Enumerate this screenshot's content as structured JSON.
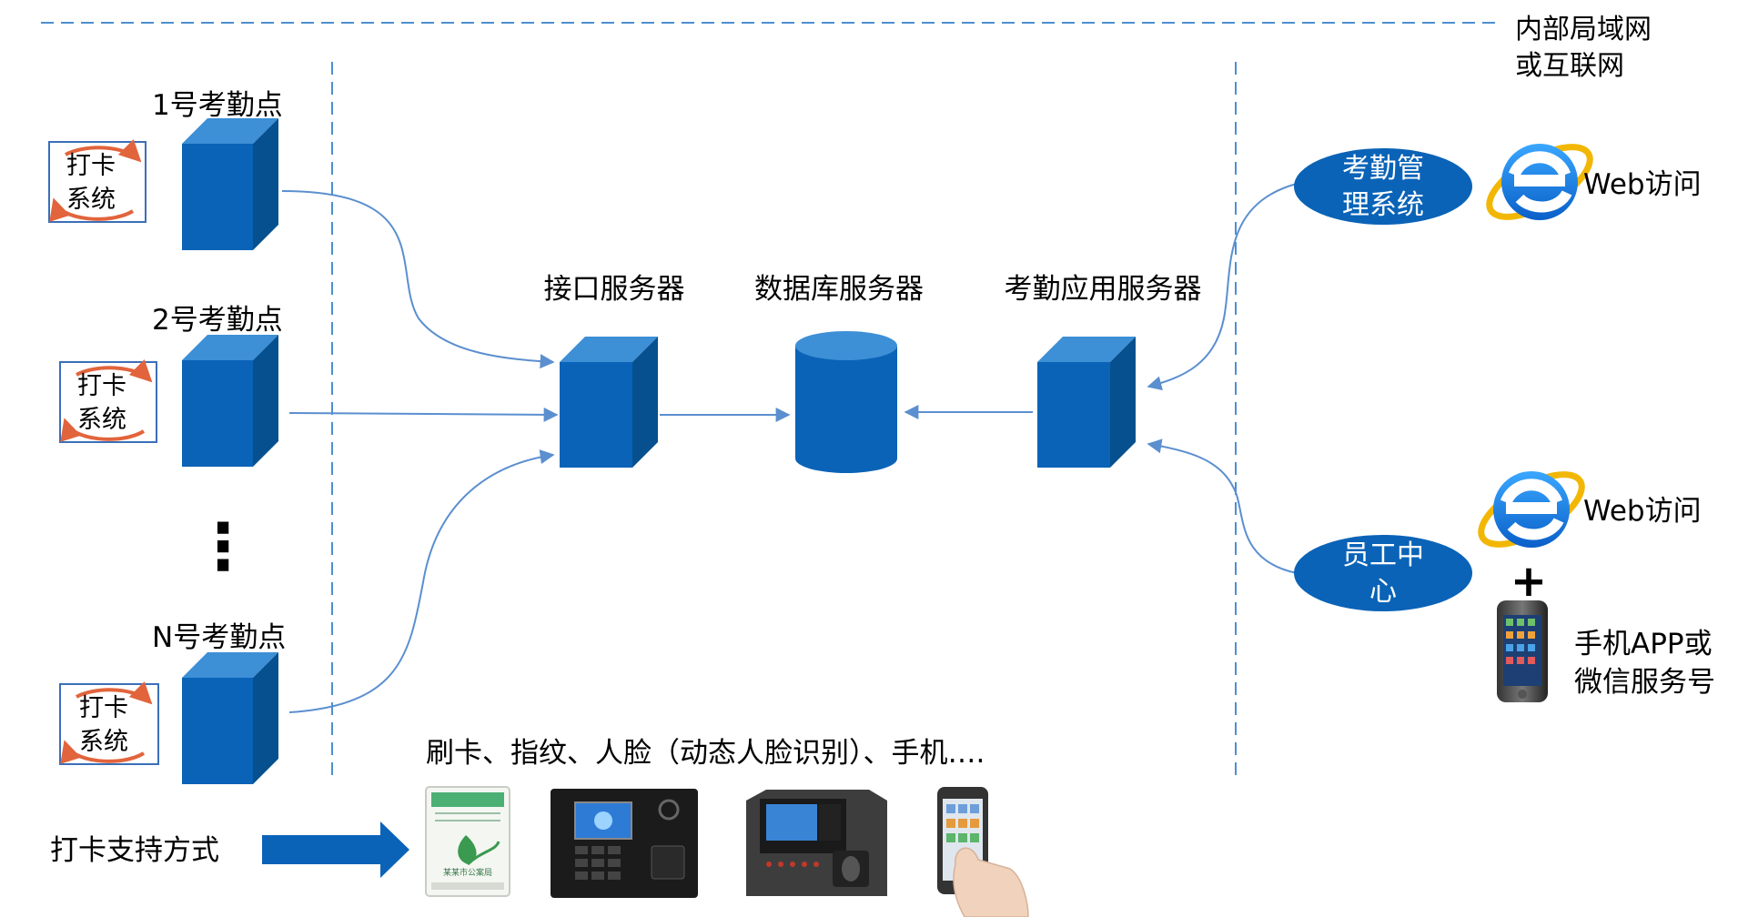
{
  "network_label": [
    "内部局域网",
    "或互联网"
  ],
  "sites": [
    {
      "label": "1号考勤点",
      "box": [
        "打卡",
        "系统"
      ]
    },
    {
      "label": "2号考勤点",
      "box": [
        "打卡",
        "系统"
      ]
    },
    {
      "label": "N号考勤点",
      "box": [
        "打卡",
        "系统"
      ]
    }
  ],
  "ellipsis": "⋮",
  "servers": {
    "interface": "接口服务器",
    "database": "数据库服务器",
    "app": "考勤应用服务器"
  },
  "clients": {
    "mgmt": [
      "考勤管",
      "理系统"
    ],
    "staff": [
      "员工中",
      "心"
    ],
    "web1": "Web访问",
    "web2": "Web访问",
    "plus": "+",
    "mobile": [
      "手机APP或",
      "微信服务号"
    ]
  },
  "methods_title": "刷卡、指纹、人脸（动态人脸识别）、手机….",
  "support_label": "打卡支持方式",
  "card_text": "某某市公案局",
  "colors": {
    "cube_front": "#0a63b7",
    "cube_top": "#3d8fd6",
    "cube_side": "#06508f",
    "dash": "#4d8fd0",
    "arrow": "#5b8fcf",
    "ellipse": "#0a63b7",
    "ring": "#e2643c"
  }
}
